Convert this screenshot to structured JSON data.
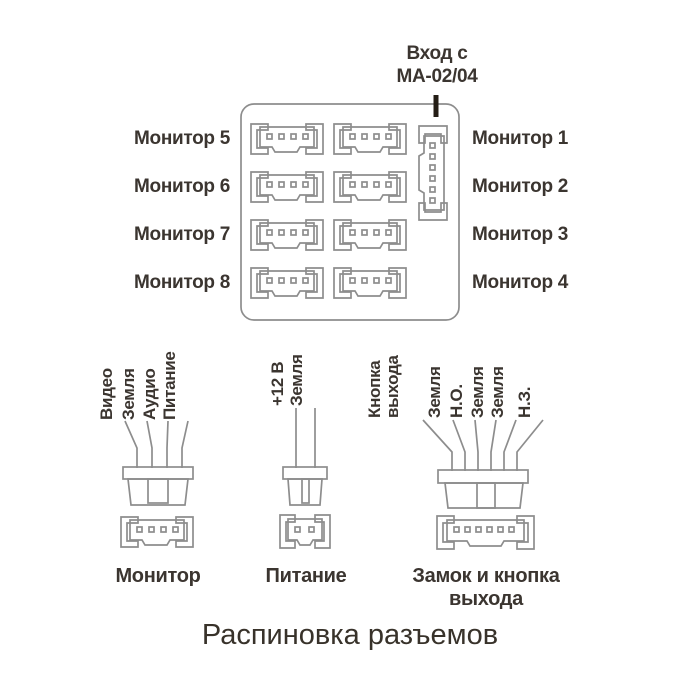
{
  "title": "Распиновка разъемов",
  "board": {
    "input_label": {
      "line1": "Вход с",
      "line2": "МА-02/04"
    },
    "left_labels": [
      "Монитор 5",
      "Монитор 6",
      "Монитор 7",
      "Монитор 8"
    ],
    "right_labels": [
      "Монитор 1",
      "Монитор 2",
      "Монитор 3",
      "Монитор 4"
    ]
  },
  "connector_groups": [
    {
      "caption": "Монитор",
      "pins": [
        "Видео",
        "Земля",
        "Аудио",
        "Питание"
      ]
    },
    {
      "caption": "Питание",
      "pins": [
        "+12 В",
        "Земля"
      ]
    },
    {
      "caption": "Замок и кнопка выхода",
      "pins": [
        "Кнопка выхода",
        "Земля",
        "Н.О.",
        "Земля",
        "Земля",
        "Н.З."
      ]
    }
  ],
  "colors": {
    "diagram_line": "#8d8d8d",
    "label_text": "#3b3530",
    "pointer_line": "#241d15",
    "background": "#ffffff"
  }
}
